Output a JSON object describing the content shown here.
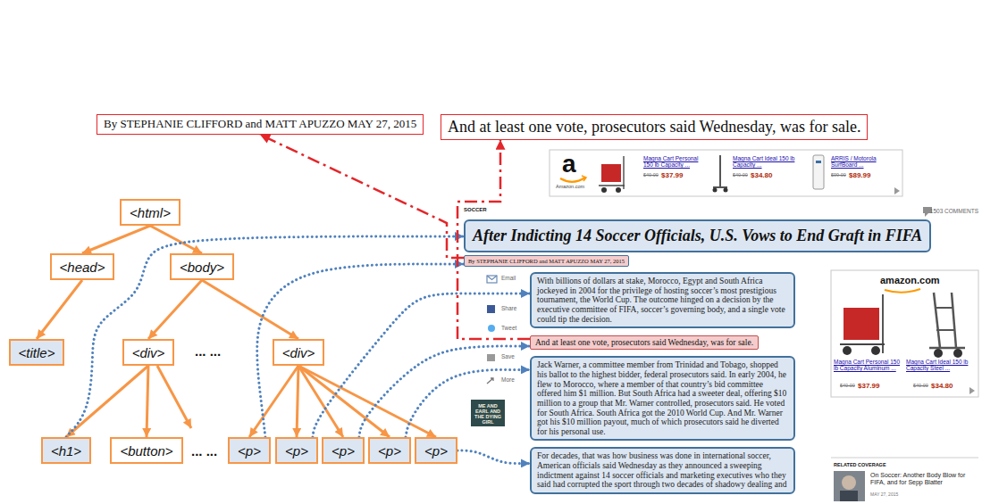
{
  "diagram": {
    "nodes": [
      {
        "text": [
          "By STEPHANIE CLIFFORD and MATT APUZZO MAY 27, 2015"
        ]
      },
      {
        "text": [
          "And at least one vote, prosecutors said Wednesday, was for sale."
        ]
      },
      {
        "text": [
          "<html>"
        ]
      },
      {
        "text": [
          "<head>"
        ]
      },
      {
        "text": [
          "<body>"
        ]
      },
      {
        "text": [
          "After Indicting 14 Soccer Officials, U.S. Vows to End Graft in FIFA"
        ]
      },
      {
        "text": [
          "By STEPHANIE CLIFFORD and MATT APUZZO MAY 27, 2015"
        ]
      },
      {
        "text": [
          "With billions of dollars at stake, Morocco, Egypt and South Africa jockeyed in 2004 for the privilege of hosting soccer’s most prestigious tournament, the World Cup. The outcome hinged on a decision by the executive committee of FIFA, soccer’s governing body, and a single vote could tip the decision."
        ]
      },
      {
        "text": [
          "<title>"
        ]
      },
      {
        "text": [
          "<div>"
        ]
      },
      {
        "text": [
          "<div>"
        ]
      },
      {
        "text": [
          "And at least one vote, prosecutors said Wednesday, was for sale."
        ]
      },
      {
        "text": [
          "Jack Warner, a committee member from Trinidad and Tobago, shopped his ballot to the highest bidder, federal prosecutors said. In early 2004, he flew to Morocco, where a member of that country’s bid committee offered him $1 million. But South Africa had a sweeter deal, offering $10 million to a group that Mr. Warner controlled, prosecutors said. He voted for South Africa. South Africa got the 2010 World Cup. And Mr. Warner got his $10 million payout, much of which prosecutors said he diverted for his personal use."
        ]
      },
      {
        "text": [
          "<h1>"
        ]
      },
      {
        "text": [
          "<button>"
        ]
      },
      {
        "text": [
          "<p>"
        ]
      },
      {
        "text": [
          "<p>"
        ]
      },
      {
        "text": [
          "<p>"
        ]
      },
      {
        "text": [
          "<p>"
        ]
      },
      {
        "text": [
          "<p>"
        ]
      },
      {
        "text": [
          "For decades, that was how business was done in international soccer, American officials said Wednesday as they announced a sweeping indictment against 14 soccer officials and marketing executives who they said had corrupted the sport through two decades of shadowy dealing and"
        ]
      }
    ],
    "edges": [
      {
        "from": 2,
        "to": 3,
        "arrow": "to"
      },
      {
        "from": 2,
        "to": 4,
        "arrow": "to"
      },
      {
        "from": 3,
        "to": 8,
        "arrow": "to"
      },
      {
        "from": 4,
        "to": 9,
        "arrow": "to"
      },
      {
        "from": 4,
        "to": 10,
        "arrow": "to"
      },
      {
        "from": 9,
        "to": 13,
        "arrow": "to"
      },
      {
        "from": 9,
        "to": 14,
        "arrow": "to"
      },
      {
        "from": 10,
        "to": 15,
        "arrow": "to"
      },
      {
        "from": 10,
        "to": 16,
        "arrow": "to"
      },
      {
        "from": 10,
        "to": 17,
        "arrow": "to"
      },
      {
        "from": 10,
        "to": 18,
        "arrow": "to"
      },
      {
        "from": 10,
        "to": 19,
        "arrow": "to"
      },
      {
        "from": 13,
        "to": 5,
        "arrow": "to"
      },
      {
        "from": 15,
        "to": 6,
        "arrow": "to"
      },
      {
        "from": 16,
        "to": 7,
        "arrow": "to"
      },
      {
        "from": 17,
        "to": 11,
        "arrow": "to"
      },
      {
        "from": 18,
        "to": 12,
        "arrow": "to"
      },
      {
        "from": 19,
        "to": 20,
        "arrow": "to"
      },
      {
        "from": 6,
        "to": 0,
        "arrow": "to"
      },
      {
        "from": 11,
        "to": 1,
        "arrow": "to"
      }
    ],
    "labels": [
      "... ...",
      "... ...",
      "a",
      "Amazon.com",
      "Magna Cart Personal 150 lb Capacity ...",
      "$40.00",
      "$37.99",
      "Magna Cart Ideal 150 lb Capacity ...",
      "$40.00",
      "$34.80",
      "ARRIS / Motorola SurfBoard ...",
      "$99.00",
      "$89.99",
      "SOCCER",
      "1503 COMMENTS",
      "Email",
      "Share",
      "Tweet",
      "Save",
      "More",
      "ME AND EARL AND THE DYING GIRL",
      "amazon.com",
      "Magna Cart Personal 150 lb Capacity Aluminum ...",
      "$40.00",
      "$37.99",
      "Magna Cart Ideal 150 lb Capacity Steel ...",
      "$40.00",
      "$34.80",
      "RELATED COVERAGE",
      "On Soccer: Another Body Blow for FIFA, and for Sepp Blatter",
      "MAY 27, 2015"
    ]
  }
}
